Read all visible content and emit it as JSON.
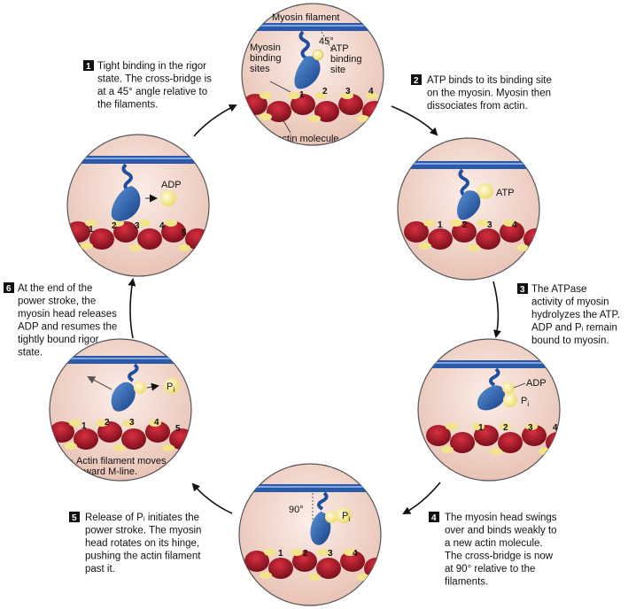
{
  "panel1": {
    "filament_label": "Myosin filament",
    "angle_label": "45°",
    "binding_sites_label": "Myosin\nbinding\nsites",
    "atp_site_label": "ATP\nbinding\nsite",
    "g_actin_label": "G-actin molecule",
    "numbers": [
      "1",
      "2",
      "3",
      "4"
    ]
  },
  "panel2": {
    "atp_label": "ATP",
    "numbers": [
      "1",
      "2",
      "3",
      "4"
    ]
  },
  "panel3": {
    "adp_label": "ADP",
    "pi_label": "P",
    "pi_sub": "i",
    "numbers": [
      "1",
      "2",
      "3",
      "4"
    ]
  },
  "panel4": {
    "angle_label": "90°",
    "pi_label": "P",
    "pi_sub": "i",
    "numbers": [
      "1",
      "2",
      "3",
      "4"
    ]
  },
  "panel5": {
    "pi_label": "P",
    "pi_sub": "i",
    "actin_moves_label": "Actin filament moves\ntoward M-line.",
    "numbers": [
      "1",
      "2",
      "3",
      "4",
      "5"
    ]
  },
  "panel6": {
    "adp_label": "ADP",
    "numbers": [
      "1",
      "2",
      "3",
      "4",
      "5"
    ]
  },
  "steps": [
    {
      "num": "1",
      "lines": [
        "Tight binding in the rigor",
        "state. The cross-bridge is",
        "at a 45° angle relative to",
        "the filaments."
      ]
    },
    {
      "num": "2",
      "lines": [
        "ATP binds to its binding site",
        "on the myosin.  Myosin then",
        "dissociates from actin."
      ]
    },
    {
      "num": "3",
      "lines": [
        "The ATPase",
        "activity of myosin",
        "hydrolyzes the ATP.",
        "ADP and Pᵢ remain",
        "bound to myosin."
      ]
    },
    {
      "num": "4",
      "lines": [
        "The myosin head swings",
        "over and binds weakly to",
        "a new actin molecule.",
        "The cross-bridge is now",
        "at 90° relative to the",
        "filaments."
      ]
    },
    {
      "num": "5",
      "lines": [
        "Release of Pᵢ initiates the",
        "power stroke. The myosin",
        "head rotates on its hinge,",
        "pushing the actin filament",
        "past it."
      ]
    },
    {
      "num": "6",
      "lines": [
        "At the end of the",
        "power stroke, the",
        "myosin head releases",
        "ADP and resumes the",
        "tightly bound rigor",
        "state."
      ]
    }
  ],
  "colors": {
    "actin_red": "#b0182a",
    "actin_dark": "#6e0c18",
    "actin_yellow": "#f2e48a",
    "myosin_blue": "#1f4f9e",
    "myosin_light": "#4a86cf",
    "filament_blue": "#2d5aa8",
    "circle_fill": "#f3d9cf",
    "molecule_yellow": "#f7f0a0"
  }
}
